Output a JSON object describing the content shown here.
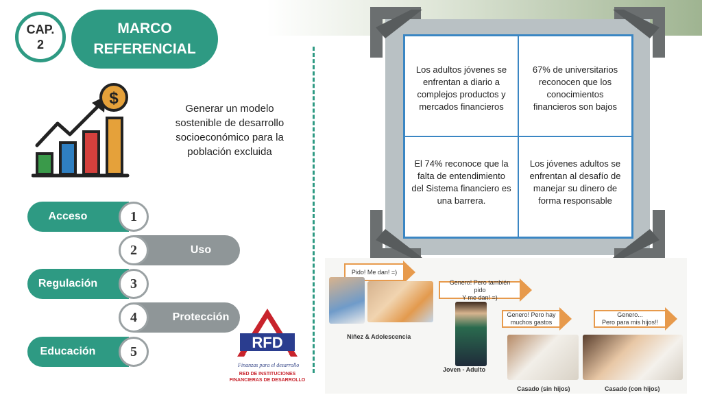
{
  "header": {
    "cap_line1": "CAP.",
    "cap_line2": "2",
    "title_line1": "MARCO",
    "title_line2": "REFERENCIAL"
  },
  "icon": {
    "name": "growth-chart-dollar-icon"
  },
  "goal_text": "Generar un modelo sostenible de desarrollo socioeconómico para la población excluida",
  "steps": [
    {
      "number": "1",
      "label": "Acceso"
    },
    {
      "number": "2",
      "label": "Uso"
    },
    {
      "number": "3",
      "label": "Regulación"
    },
    {
      "number": "4",
      "label": "Protección"
    },
    {
      "number": "5",
      "label": "Educación"
    }
  ],
  "quadrants": [
    "Los adultos jóvenes se enfrentan a diario a complejos productos y mercados financieros",
    "67% de universitarios reconocen que los conocimientos financieros son bajos",
    "El 74% reconoce que la falta de entendimiento del Sistema financiero es una barrera.",
    "Los jóvenes adultos se enfrentan al desafío de manejar su dinero de forma responsable"
  ],
  "life_stages": {
    "arrows": [
      {
        "line1": "Pido! Me dan! =)",
        "line2": ""
      },
      {
        "line1": "Genero! Pero también pido",
        "line2": "Y me dan! =)"
      },
      {
        "line1": "Genero! Pero hay",
        "line2": "muchos gastos"
      },
      {
        "line1": "Genero...",
        "line2": "Pero para mis hijos!!"
      }
    ],
    "captions": [
      "Niñez & Adolescencia",
      "Joven - Adulto",
      "Casado (sin hijos)",
      "Casado (con hijos)"
    ]
  },
  "logo": {
    "text": "RFD",
    "tagline": "Finanzas para el desarrollo",
    "org_line1": "RED DE INSTITUCIONES",
    "org_line2": "FINANCIERAS DE DESARROLLO"
  },
  "colors": {
    "teal": "#2e9a83",
    "gray": "#8f9698",
    "blue": "#3a86c3",
    "orange": "#e79a4c",
    "red": "#c8232c"
  }
}
